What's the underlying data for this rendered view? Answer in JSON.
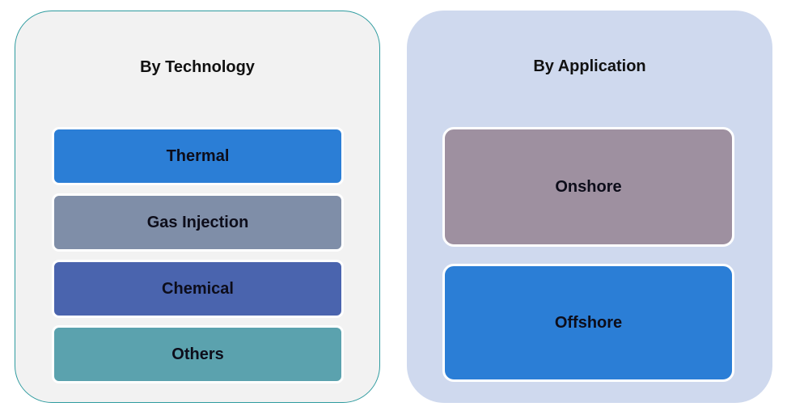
{
  "panels": [
    {
      "title": "By Technology",
      "background": "#f2f2f2",
      "border_color": "#2e9b9f",
      "segments": [
        {
          "label": "Thermal",
          "color": "#2b7ed6"
        },
        {
          "label": "Gas Injection",
          "color": "#7f8ea8"
        },
        {
          "label": "Chemical",
          "color": "#4a64ae"
        },
        {
          "label": "Others",
          "color": "#5ba2ae"
        }
      ]
    },
    {
      "title": "By Application",
      "background": "#cfd9ee",
      "segments": [
        {
          "label": "Onshore",
          "color": "#9e90a0"
        },
        {
          "label": "Offshore",
          "color": "#2b7ed6"
        }
      ]
    }
  ]
}
